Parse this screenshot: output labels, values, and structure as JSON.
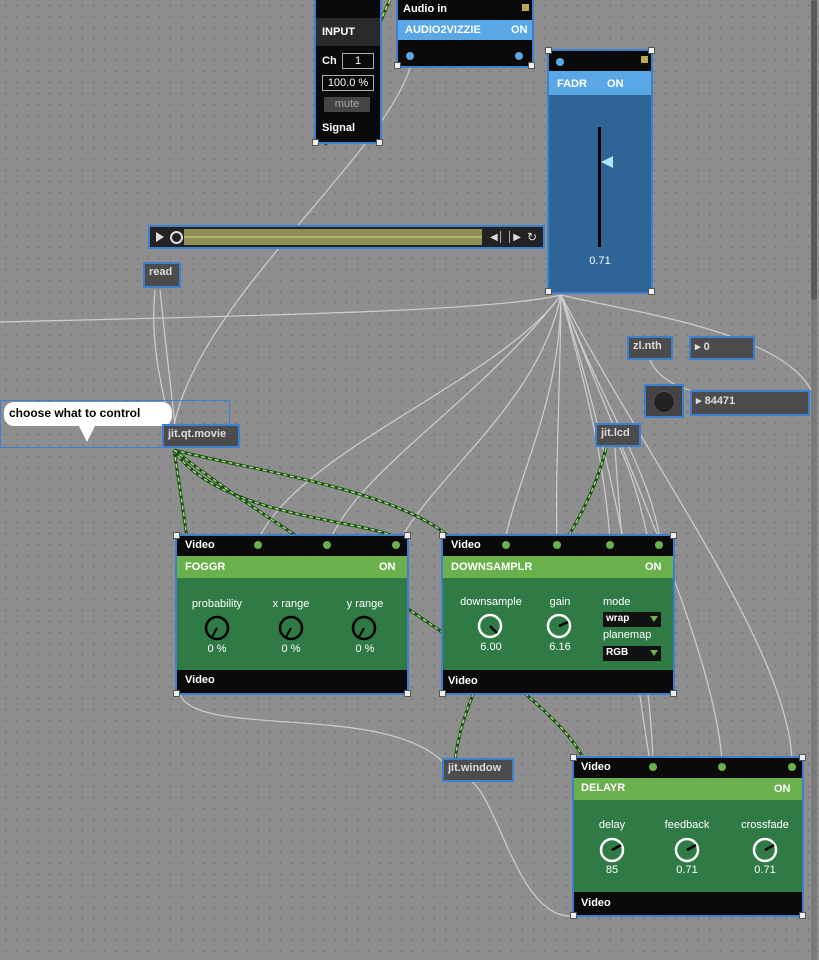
{
  "input_panel": {
    "title": "INPUT",
    "ch_label": "Ch",
    "ch_value": "1",
    "volume": "100.0 %",
    "mute": "mute",
    "signal": "Signal"
  },
  "audio_in": {
    "title": "Audio in",
    "name": "AUDIO2VIZZIE",
    "on": "ON"
  },
  "fader": {
    "name": "FADR",
    "on": "ON",
    "value": "0.71"
  },
  "read_button": "read",
  "objects": {
    "zl_nth": "zl.nth",
    "number_zero": "0",
    "number_big": "84471",
    "jit_lcd": "jit.lcd",
    "jit_qt_movie": "jit.qt.movie",
    "jit_window": "jit.window"
  },
  "comment": "choose what to control",
  "foggr": {
    "inlet_label": "Video",
    "name": "FOGGR",
    "on": "ON",
    "outlet_label": "Video",
    "knobs": [
      {
        "label": "probability",
        "value": "0 %"
      },
      {
        "label": "x range",
        "value": "0 %"
      },
      {
        "label": "y range",
        "value": "0 %"
      }
    ]
  },
  "downsamplr": {
    "inlet_label": "Video",
    "name": "DOWNSAMPLR",
    "on": "ON",
    "outlet_label": "Video",
    "knobs": [
      {
        "label": "downsample",
        "value": "6.00"
      },
      {
        "label": "gain",
        "value": "6.16"
      }
    ],
    "mode_label": "mode",
    "mode_value": "wrap",
    "planemap_label": "planemap",
    "planemap_value": "RGB"
  },
  "delayr": {
    "inlet_label": "Video",
    "name": "DELAYR",
    "on": "ON",
    "outlet_label": "Video",
    "knobs": [
      {
        "label": "delay",
        "value": "85"
      },
      {
        "label": "feedback",
        "value": "0.71"
      },
      {
        "label": "crossfade",
        "value": "0.71"
      }
    ]
  },
  "colors": {
    "accent": "#6ab04c",
    "panel": "#2f7a45",
    "fader_bg": "#2e6496",
    "fader_hdr": "#5aa7e6",
    "selection": "#3d7fd1"
  }
}
